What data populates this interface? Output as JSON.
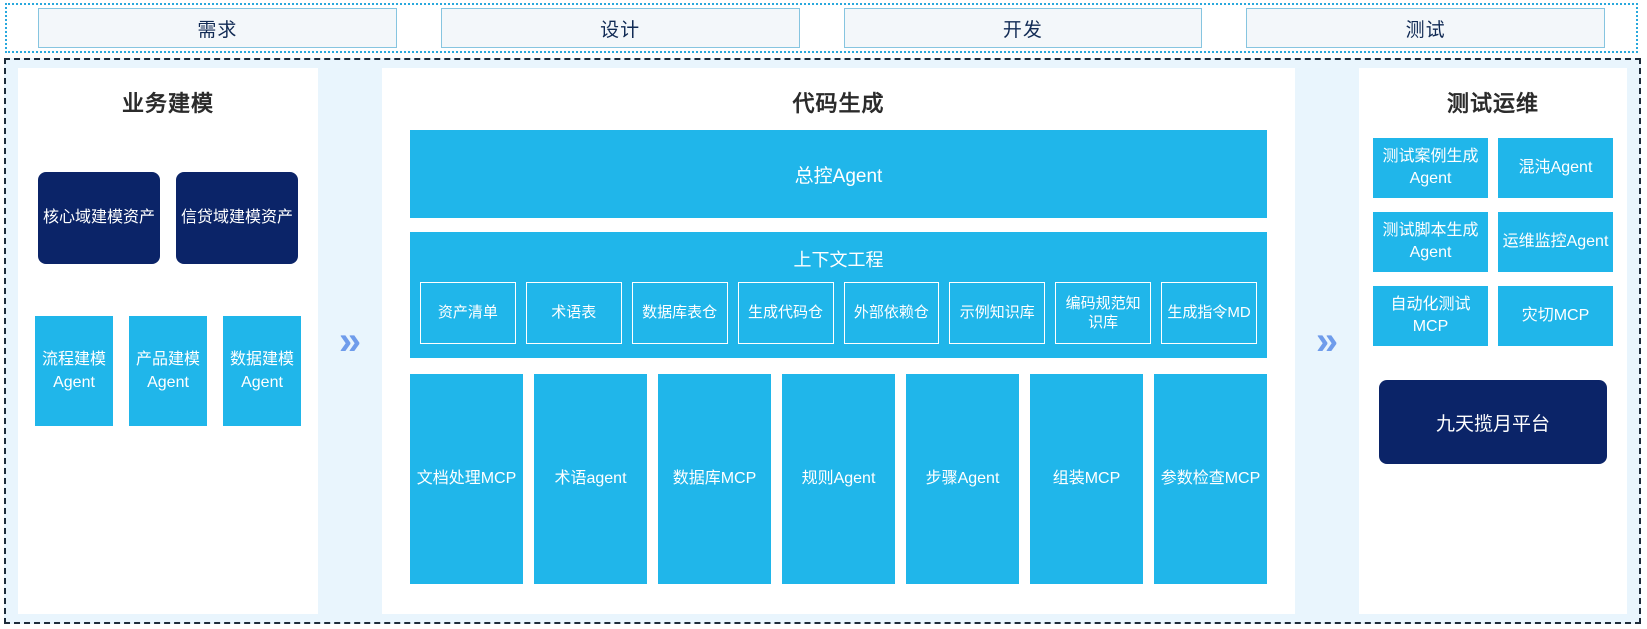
{
  "phases": [
    {
      "label": "需求"
    },
    {
      "label": "设计"
    },
    {
      "label": "开发"
    },
    {
      "label": "测试"
    }
  ],
  "separators": {
    "chevron_glyph": "»"
  },
  "colors": {
    "accent_blue": "#20b6ea",
    "navy": "#0b2468",
    "panel_bg": "#ffffff",
    "stage_bg": "#e9f5fd",
    "chevron": "#6f9ceb",
    "phase_border": "#86c5e0",
    "phase_fill": "#f3f7fa"
  },
  "left_panel": {
    "title": "业务建模",
    "assets": [
      {
        "label": "核心域建模资产"
      },
      {
        "label": "信贷域建模资产"
      }
    ],
    "agents": [
      {
        "label": "流程建模Agent"
      },
      {
        "label": "产品建模Agent"
      },
      {
        "label": "数据建模Agent"
      }
    ]
  },
  "center_panel": {
    "title": "代码生成",
    "master_agent": "总控Agent",
    "context": {
      "title": "上下文工程",
      "items": [
        {
          "label": "资产清单"
        },
        {
          "label": "术语表"
        },
        {
          "label": "数据库表仓"
        },
        {
          "label": "生成代码仓"
        },
        {
          "label": "外部依赖仓"
        },
        {
          "label": "示例知识库"
        },
        {
          "label": "编码规范知识库"
        },
        {
          "label": "生成指令MD"
        }
      ]
    },
    "tools": [
      {
        "label": "文档处理MCP"
      },
      {
        "label": "术语agent"
      },
      {
        "label": "数据库MCP"
      },
      {
        "label": "规则Agent"
      },
      {
        "label": "步骤Agent"
      },
      {
        "label": "组装MCP"
      },
      {
        "label": "参数检查MCP"
      }
    ]
  },
  "right_panel": {
    "title": "测试运维",
    "cards": [
      {
        "label": "测试案例生成Agent"
      },
      {
        "label": "混沌Agent"
      },
      {
        "label": "测试脚本生成Agent"
      },
      {
        "label": "运维监控Agent"
      },
      {
        "label": "自动化测试MCP"
      },
      {
        "label": "灾切MCP"
      }
    ],
    "platform": "九天揽月平台"
  }
}
